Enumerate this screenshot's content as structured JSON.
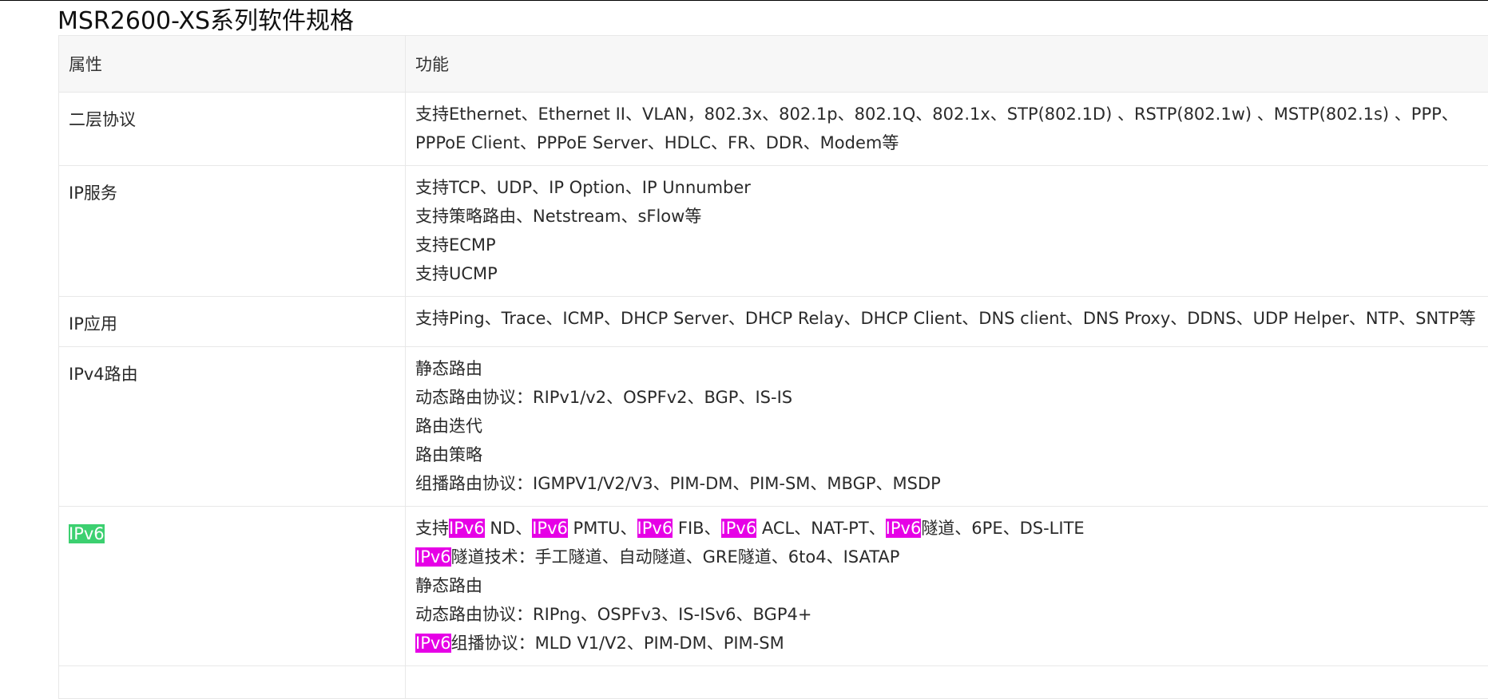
{
  "page": {
    "title": "MSR2600-XS系列软件规格"
  },
  "table": {
    "headers": [
      "属性",
      "功能"
    ],
    "rows": [
      {
        "attr": "二层协议",
        "lines": [
          "支持Ethernet、Ethernet II、VLAN，802.3x、802.1p、802.1Q、802.1x、STP(802.1D) 、RSTP(802.1w) 、MSTP(802.1s) 、PPP、PPPoE Client、PPPoE Server、HDLC、FR、DDR、Modem等"
        ]
      },
      {
        "attr": "IP服务",
        "lines": [
          "支持TCP、UDP、IP Option、IP Unnumber",
          "支持策略路由、Netstream、sFlow等",
          "支持ECMP",
          "支持UCMP"
        ]
      },
      {
        "attr": "IP应用",
        "lines": [
          "支持Ping、Trace、ICMP、DHCP Server、DHCP Relay、DHCP Client、DNS client、DNS Proxy、DDNS、UDP Helper、NTP、SNTP等"
        ]
      },
      {
        "attr": "IPv4路由",
        "lines": [
          "静态路由",
          "动态路由协议：RIPv1/v2、OSPFv2、BGP、IS-IS",
          "路由迭代",
          "路由策略",
          "组播路由协议：IGMPV1/V2/V3、PIM-DM、PIM-SM、MBGP、MSDP"
        ]
      },
      {
        "attr": "IPv6",
        "ipv6_term": "IPv6",
        "lines": [
          {
            "segments": [
              "支持",
              "IPv6",
              " ND、",
              "IPv6",
              " PMTU、",
              "IPv6",
              " FIB、",
              "IPv6",
              " ACL、NAT-PT、",
              "IPv6",
              "隧道、6PE、DS-LITE"
            ]
          },
          {
            "segments": [
              "",
              "IPv6",
              "隧道技术：手工隧道、自动隧道、GRE隧道、6to4、ISATAP"
            ]
          },
          "静态路由",
          "动态路由协议：RIPng、OSPFv3、IS-ISv6、BGP4+",
          {
            "segments": [
              "",
              "IPv6",
              "组播协议：MLD V1/V2、PIM-DM、PIM-SM"
            ]
          }
        ]
      }
    ]
  },
  "colors": {
    "highlight_magenta": "#e600e6",
    "highlight_green": "#3cd070",
    "header_bg": "#f7f7f7",
    "border": "#e8e8e8"
  }
}
